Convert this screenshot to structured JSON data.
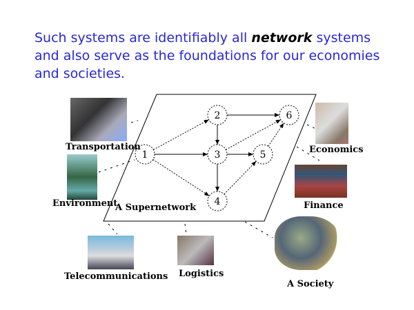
{
  "title": {
    "before": "Such systems are identifiably all ",
    "emphasis": "network",
    "after": " systems and also serve as the foundations for our economies and societies."
  },
  "diagram": {
    "plane_label": "A Supernetwork",
    "nodes": [
      "1",
      "2",
      "3",
      "4",
      "5",
      "6"
    ],
    "edges": [
      {
        "from": "1",
        "to": "2",
        "style": "dashed"
      },
      {
        "from": "1",
        "to": "3",
        "style": "solid"
      },
      {
        "from": "1",
        "to": "4",
        "style": "dashed"
      },
      {
        "from": "2",
        "to": "6",
        "style": "solid"
      },
      {
        "from": "2",
        "to": "3",
        "style": "solid"
      },
      {
        "from": "3",
        "to": "5",
        "style": "solid"
      },
      {
        "from": "3",
        "to": "4",
        "style": "solid"
      },
      {
        "from": "3",
        "to": "6",
        "style": "dashed"
      },
      {
        "from": "4",
        "to": "5",
        "style": "dashed"
      },
      {
        "from": "5",
        "to": "6",
        "style": "dashed"
      }
    ]
  },
  "labels": {
    "transportation": "Transportation",
    "environment": "Environment",
    "telecommunications": "Telecommunications",
    "logistics": "Logistics",
    "economics": "Economics",
    "finance": "Finance",
    "society": "A Society"
  }
}
